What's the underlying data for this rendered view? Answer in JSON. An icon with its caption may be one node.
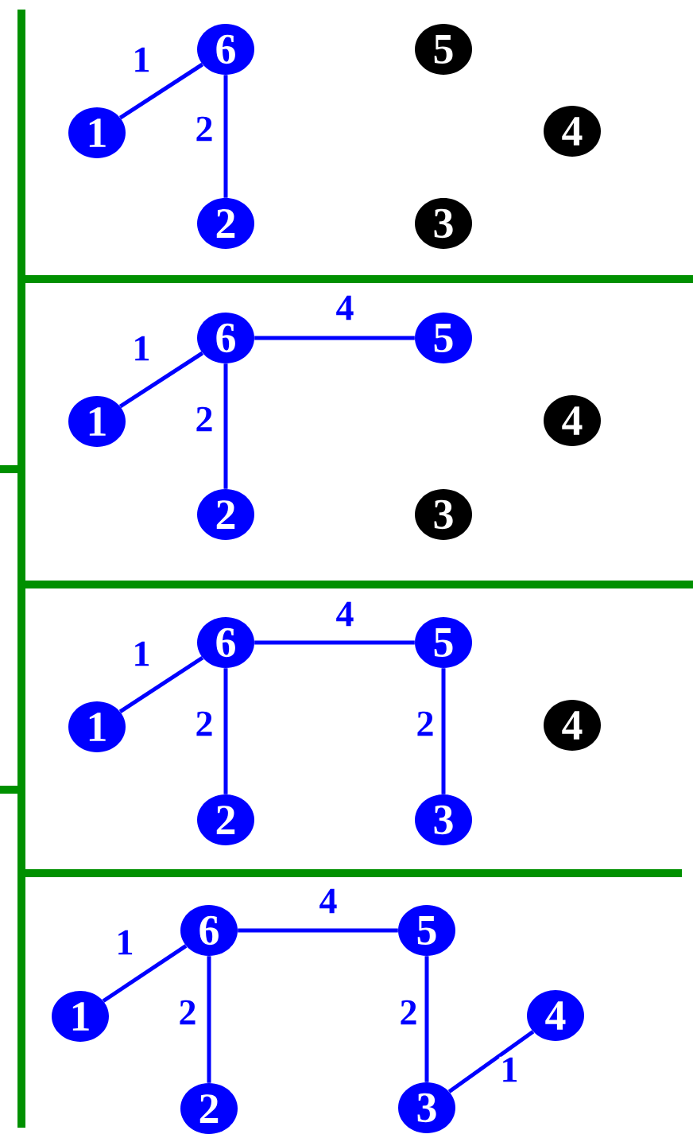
{
  "diagram": {
    "nodes": [
      {
        "text": [
          "6"
        ]
      },
      {
        "text": [
          "5"
        ]
      },
      {
        "text": [
          "1"
        ]
      },
      {
        "text": [
          "4"
        ]
      },
      {
        "text": [
          "2"
        ]
      },
      {
        "text": [
          "3"
        ]
      },
      {
        "text": [
          "6"
        ]
      },
      {
        "text": [
          "5"
        ]
      },
      {
        "text": [
          "1"
        ]
      },
      {
        "text": [
          "4"
        ]
      },
      {
        "text": [
          "2"
        ]
      },
      {
        "text": [
          "3"
        ]
      },
      {
        "text": [
          "6"
        ]
      },
      {
        "text": [
          "5"
        ]
      },
      {
        "text": [
          "1"
        ]
      },
      {
        "text": [
          "4"
        ]
      },
      {
        "text": [
          "2"
        ]
      },
      {
        "text": [
          "3"
        ]
      },
      {
        "text": [
          "6"
        ]
      },
      {
        "text": [
          "5"
        ]
      },
      {
        "text": [
          "1"
        ]
      },
      {
        "text": [
          "4"
        ]
      },
      {
        "text": [
          "2"
        ]
      },
      {
        "text": [
          "3"
        ]
      }
    ],
    "edges": [
      {
        "from": 2,
        "to": 0,
        "arrow": "none",
        "label": "1"
      },
      {
        "from": 0,
        "to": 4,
        "arrow": "none",
        "label": "2"
      },
      {
        "from": 8,
        "to": 6,
        "arrow": "none",
        "label": "1"
      },
      {
        "from": 6,
        "to": 10,
        "arrow": "none",
        "label": "2"
      },
      {
        "from": 6,
        "to": 7,
        "arrow": "none",
        "label": "4"
      },
      {
        "from": 14,
        "to": 12,
        "arrow": "none",
        "label": "1"
      },
      {
        "from": 12,
        "to": 16,
        "arrow": "none",
        "label": "2"
      },
      {
        "from": 12,
        "to": 13,
        "arrow": "none",
        "label": "4"
      },
      {
        "from": 13,
        "to": 17,
        "arrow": "none",
        "label": "2"
      },
      {
        "from": 20,
        "to": 18,
        "arrow": "none",
        "label": "1"
      },
      {
        "from": 18,
        "to": 22,
        "arrow": "none",
        "label": "2"
      },
      {
        "from": 18,
        "to": 19,
        "arrow": "none",
        "label": "4"
      },
      {
        "from": 19,
        "to": 23,
        "arrow": "none",
        "label": "2"
      },
      {
        "from": 23,
        "to": 21,
        "arrow": "none",
        "label": "1"
      }
    ]
  }
}
